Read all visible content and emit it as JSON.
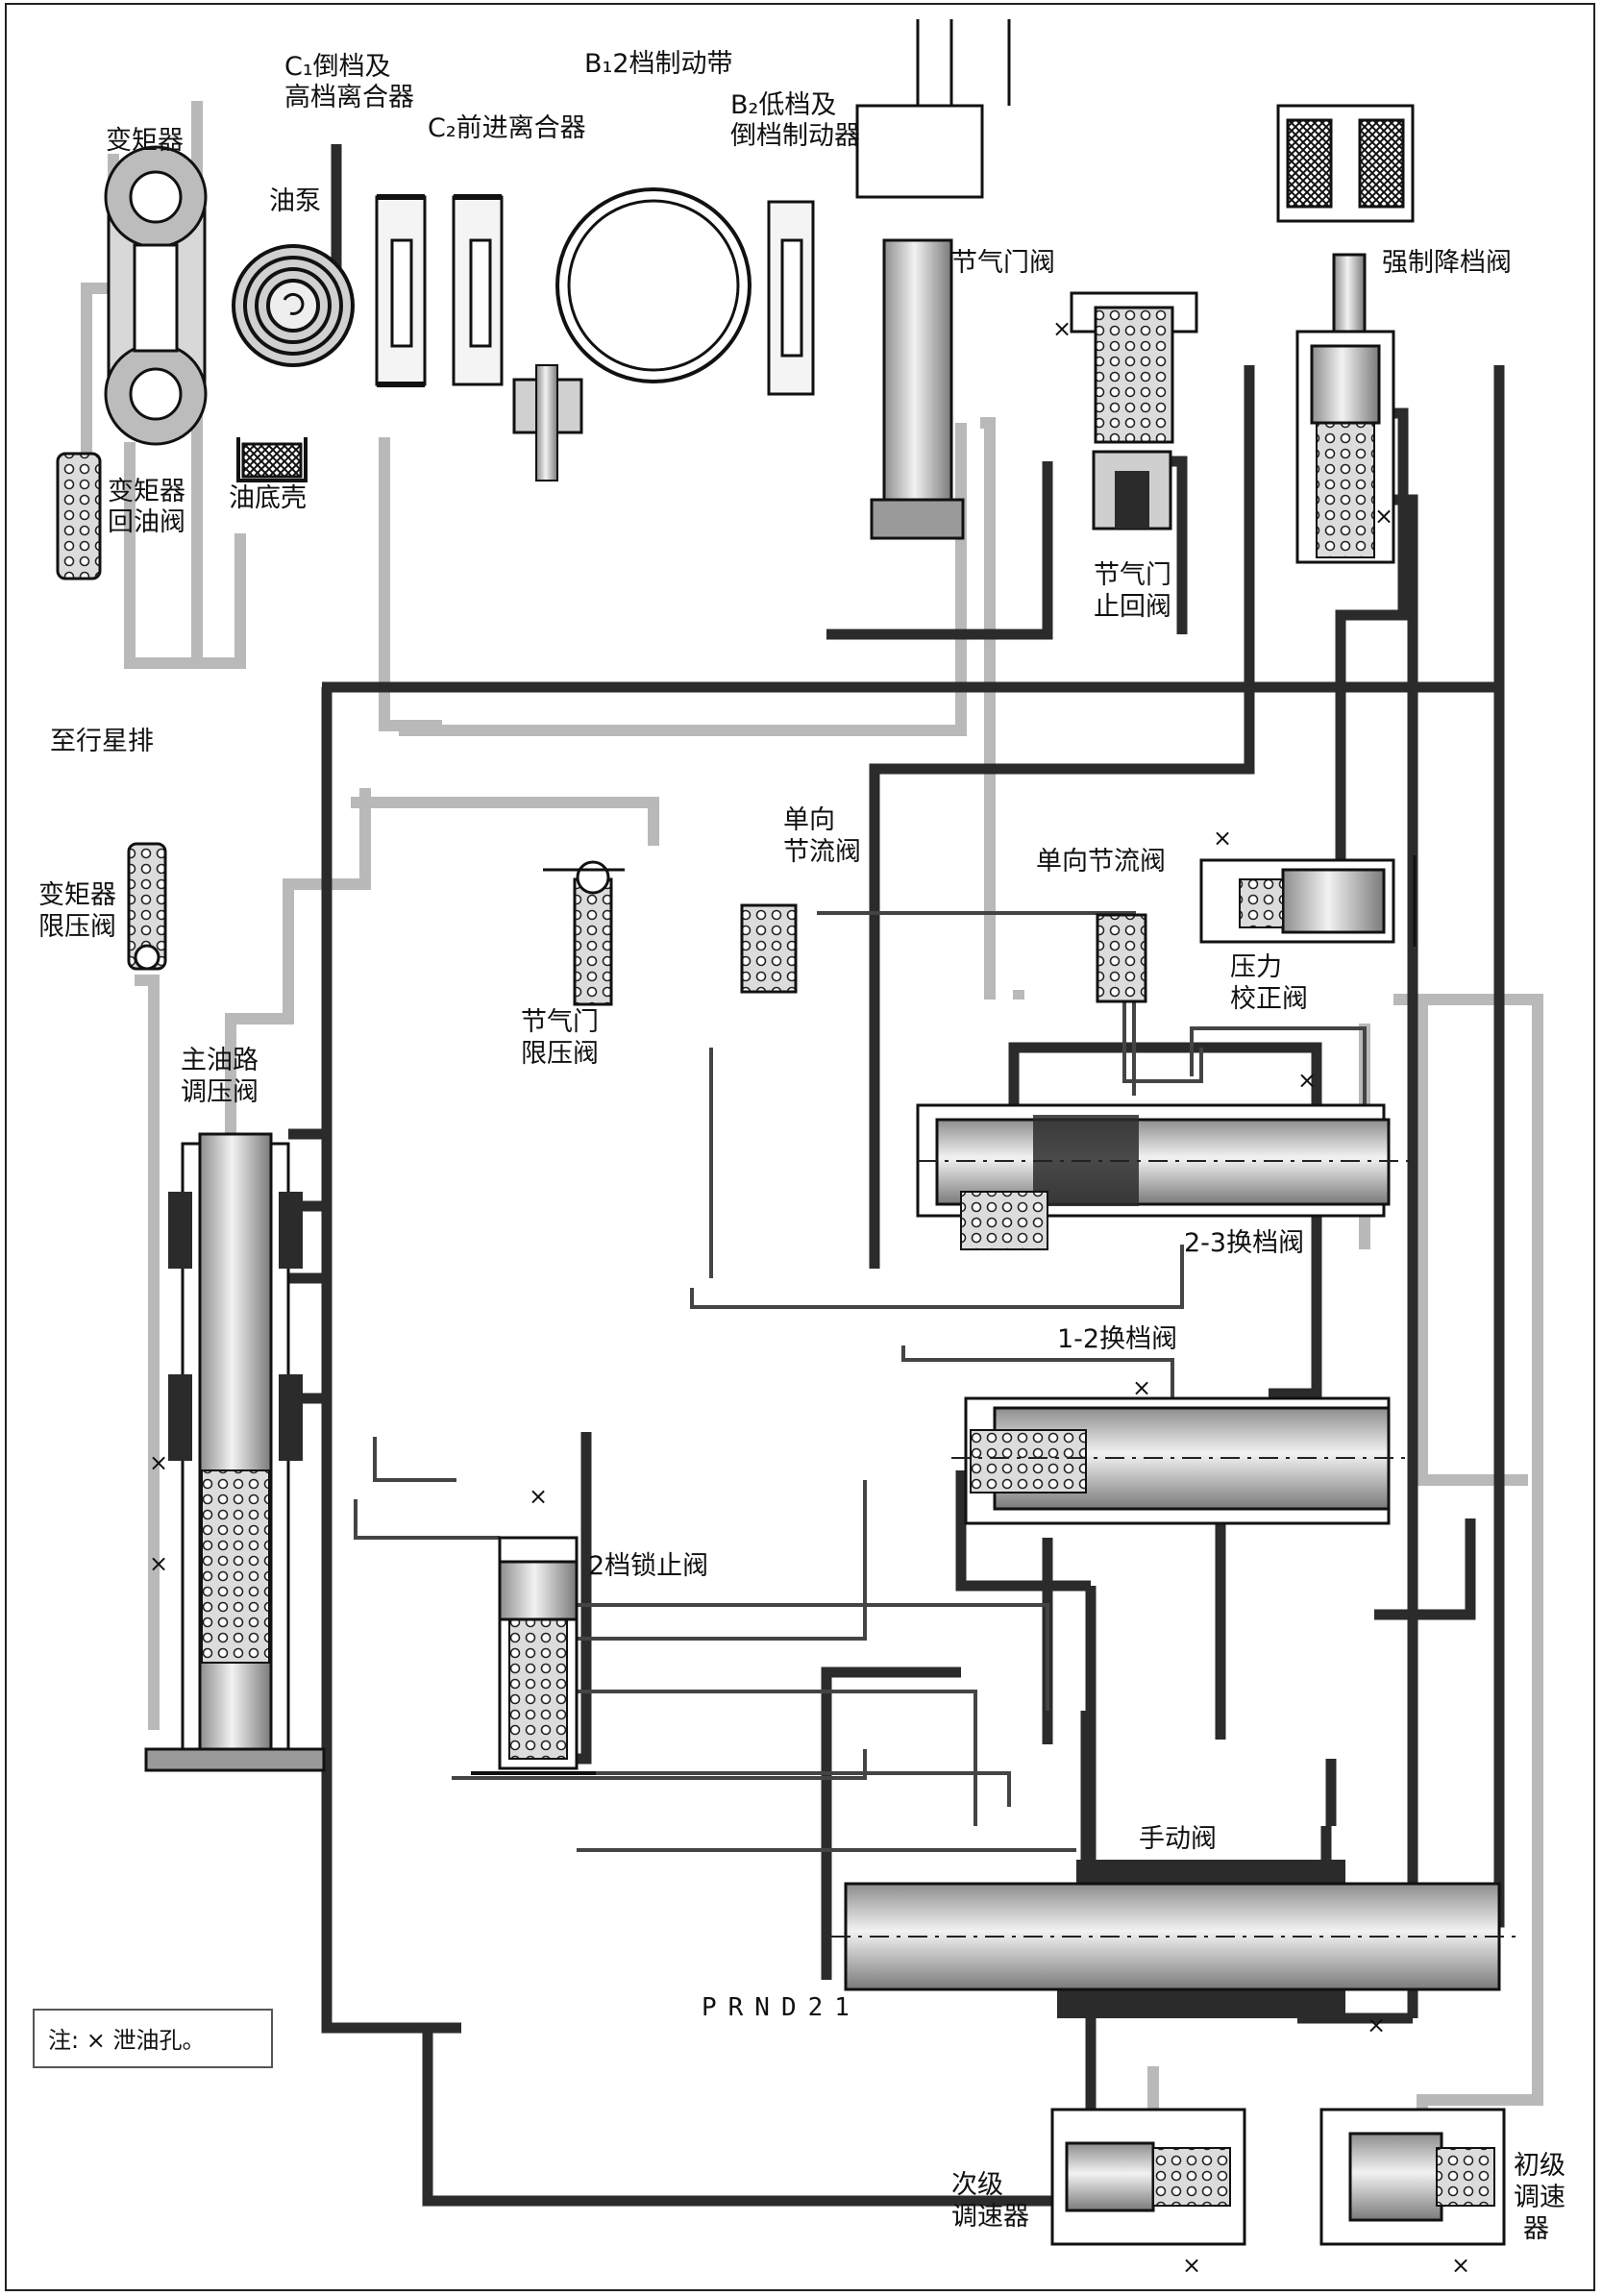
{
  "labels": {
    "torque_converter": "变矩器",
    "c1_line1": "C₁倒档及",
    "c1_line2": "高档离合器",
    "c2": "C₂前进离合器",
    "b1": "B₁2档制动带",
    "b2_line1": "B₂低档及",
    "b2_line2": "倒档制动器",
    "oil_pump": "油泵",
    "throttle_valve": "节气门阀",
    "kickdown_valve": "强制降档阀",
    "tc_return_line1": "变矩器",
    "tc_return_line2": "回油阀",
    "oil_pan": "油底壳",
    "to_planetary": "至行星排",
    "throttle_check_line1": "节气门",
    "throttle_check_line2": "止回阀",
    "tc_limit_line1": "变矩器",
    "tc_limit_line2": "限压阀",
    "oneway_orifice_a_line1": "单向",
    "oneway_orifice_a_line2": "节流阀",
    "oneway_orifice_b": "单向节流阀",
    "throttle_limit_line1": "节气门",
    "throttle_limit_line2": "限压阀",
    "pressure_mod_line1": "压力",
    "pressure_mod_line2": "校正阀",
    "main_reg_line1": "主油路",
    "main_reg_line2": "调压阀",
    "shift_23": "2-3换档阀",
    "shift_12": "1-2换档阀",
    "second_lock": "2档锁止阀",
    "manual_valve": "手动阀",
    "prnd": "PRND21",
    "secondary_gov_line1": "次级",
    "secondary_gov_line2": "调速器",
    "primary_gov_line1": "初级",
    "primary_gov_line2": "调速",
    "primary_gov_line3": "器"
  },
  "note": "注:  ×   泄油孔。",
  "exhaust_mark": "×",
  "colors": {
    "line_pressure": "#2b2b2b",
    "low_pressure": "#b9b9b9",
    "valve_body": "#c8c8c8",
    "outline": "#111111"
  }
}
